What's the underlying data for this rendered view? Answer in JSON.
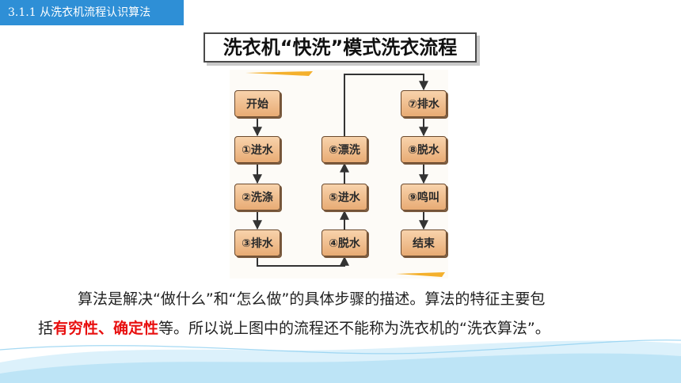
{
  "section": {
    "label": "3.1.1 从洗衣机流程认识算法"
  },
  "title": "洗衣机“快洗”模式洗衣流程",
  "flowchart": {
    "nodes": [
      {
        "id": "start",
        "label": "开始",
        "col": 0,
        "row": 0
      },
      {
        "id": "step1",
        "label": "①进水",
        "col": 0,
        "row": 1
      },
      {
        "id": "step2",
        "label": "②洗涤",
        "col": 0,
        "row": 2
      },
      {
        "id": "step3",
        "label": "③排水",
        "col": 0,
        "row": 3
      },
      {
        "id": "step4",
        "label": "④脱水",
        "col": 1,
        "row": 3
      },
      {
        "id": "step5",
        "label": "⑤进水",
        "col": 1,
        "row": 2
      },
      {
        "id": "step6",
        "label": "⑥漂洗",
        "col": 1,
        "row": 1
      },
      {
        "id": "step7",
        "label": "⑦排水",
        "col": 2,
        "row": 0
      },
      {
        "id": "step8",
        "label": "⑧脱水",
        "col": 2,
        "row": 1
      },
      {
        "id": "step9",
        "label": "⑨鸣叫",
        "col": 2,
        "row": 2
      },
      {
        "id": "end",
        "label": "结束",
        "col": 2,
        "row": 3
      }
    ],
    "edges": [
      [
        "start",
        "step1"
      ],
      [
        "step1",
        "step2"
      ],
      [
        "step2",
        "step3"
      ],
      [
        "step3",
        "step4"
      ],
      [
        "step4",
        "step5"
      ],
      [
        "step5",
        "step6"
      ],
      [
        "step6",
        "step7"
      ],
      [
        "step7",
        "step8"
      ],
      [
        "step8",
        "step9"
      ],
      [
        "step9",
        "end"
      ]
    ]
  },
  "paragraph": {
    "line1": "算法是解决“做什么”和“怎么做”的具体步骤的描述。算法的特征主要包",
    "line2_prefix": "括",
    "highlight": "有穷性、确定性",
    "line2_suffix": "等。所以说上图中的流程还不能称为洗衣机的“洗衣算法”。"
  },
  "colors": {
    "accent": "#2e8fd6",
    "node_fill": "#f2c196",
    "highlight": "#e81010",
    "wave": "#8fd0f0"
  }
}
